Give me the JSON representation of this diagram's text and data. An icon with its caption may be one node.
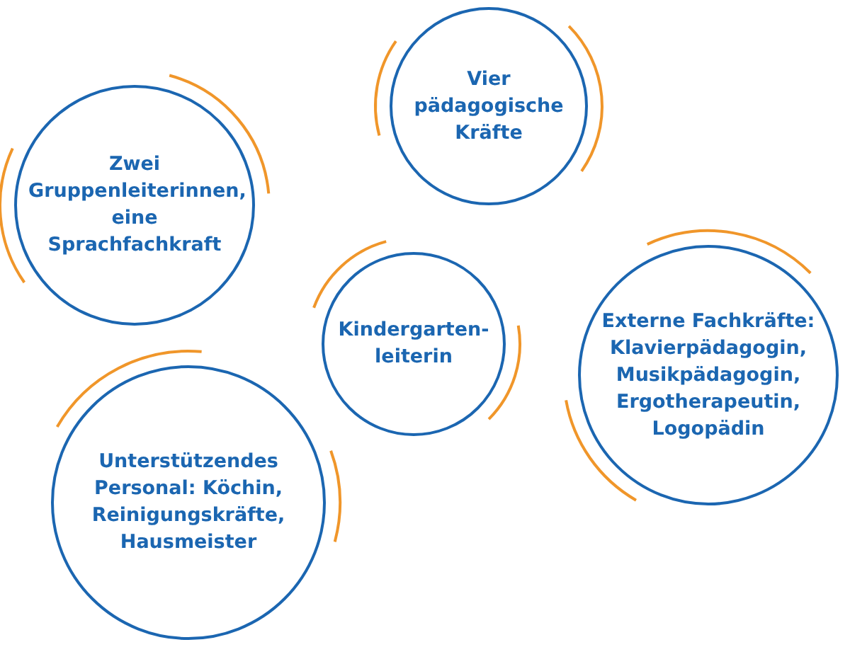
{
  "diagram": {
    "nodes": [
      {
        "text": [
          "Zwei Gruppenleiterinnen, eine Sprachfachkraft"
        ]
      },
      {
        "text": [
          "Vier pädagogische Kräfte"
        ]
      },
      {
        "text": [
          "Kindergarten-leiterin"
        ]
      },
      {
        "text": [
          "Externe Fachkräfte: Klavierpädagogin, Musikpädagogin, Ergotherapeutin, Logopädin"
        ]
      },
      {
        "text": [
          "Unterstützendes Personal: Köchin, Reinigungskräfte, Hausmeister"
        ]
      }
    ]
  }
}
